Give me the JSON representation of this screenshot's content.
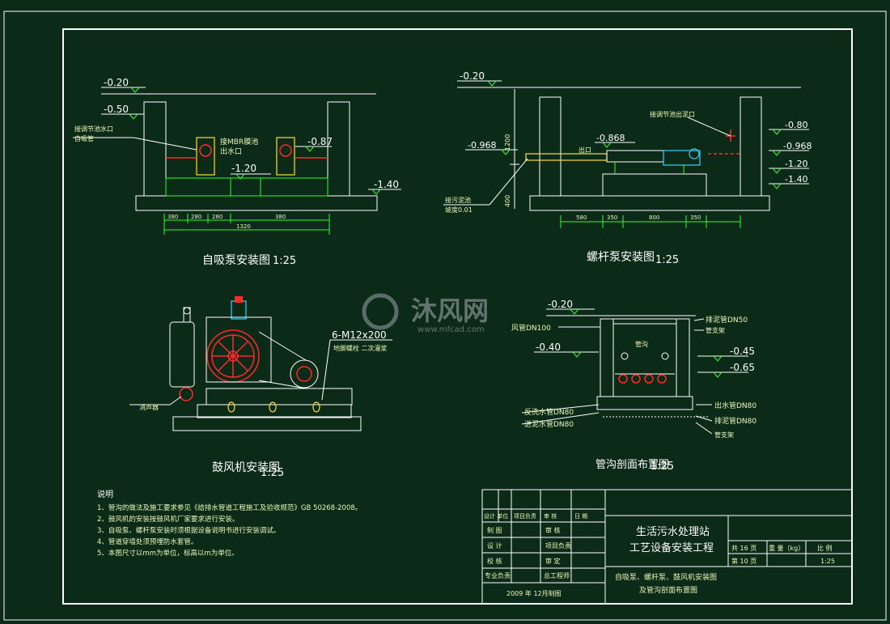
{
  "drawing": {
    "views": {
      "self_priming_pump": {
        "title": "自吸泵安装图",
        "scale": "1:25",
        "elevations": [
          "-0.20",
          "-0.50",
          "-0.87",
          "-1.20",
          "-1.40"
        ],
        "labels": [
          "接MBR膜池",
          "出水口",
          "接调节池水口",
          "自吸管"
        ],
        "dimensions": [
          "380",
          "280",
          "280",
          "380",
          "1320"
        ]
      },
      "screw_pump": {
        "title": "螺杆泵安装图",
        "scale": "1:25",
        "elevations": [
          "-0.20",
          "-0.868",
          "-0.968",
          "-0.80",
          "-0.968",
          "-1.20",
          "-1.40"
        ],
        "labels": [
          "接调节池出泥口",
          "出口",
          "接污泥池",
          "坡度0.01"
        ],
        "dimensions": [
          "1200",
          "400",
          "580",
          "350",
          "800",
          "350"
        ]
      },
      "blower": {
        "title": "鼓风机安装图",
        "scale": "1:25",
        "labels": [
          "6-M12x200",
          "地脚螺栓 二次灌浆",
          "消声器"
        ]
      },
      "pipe_trench": {
        "title": "管沟剖面布置图",
        "scale": "1:25",
        "elevations": [
          "-0.20",
          "-0.40",
          "-0.45",
          "-0.65"
        ],
        "labels": [
          "风管DN100",
          "排泥管DN50",
          "管支架",
          "管沟",
          "反洗水管DN80",
          "进泥水管DN80",
          "出水管DN80",
          "排泥管DN80",
          "管支架"
        ]
      }
    },
    "watermark": {
      "brand": "沐风网",
      "url": "www.mfcad.com"
    },
    "notes": {
      "heading": "说明",
      "items": [
        "1、管沟的做法及施工要求参见《给排水管道工程施工及验收规范》GB 50268-2008。",
        "2、鼓风机的安装按鼓风机厂家要求进行安装。",
        "3、自吸泵、螺杆泵安装时须根据设备说明书进行安装调试。",
        "4、管道穿墙处须预埋防水套管。",
        "5、本图尺寸以mm为单位，标高以m为单位。"
      ]
    },
    "title_block": {
      "header_cells": [
        "设计 单位",
        "项目负责",
        "审 核",
        "日 期"
      ],
      "rows": [
        {
          "l": "制 图",
          "r": "审 核"
        },
        {
          "l": "设 计",
          "r": "项目负责"
        },
        {
          "l": "校 核",
          "r": "审 定"
        },
        {
          "l": "专业负责",
          "r": "总工程师"
        }
      ],
      "date": "2009 年 12月制图",
      "project_line1": "生活污水处理站",
      "project_line2": "工艺设备安装工程",
      "drawing_line1": "自吸泵、螺杆泵、鼓风机安装图",
      "drawing_line2": "及管沟剖面布置图",
      "sheet_total": "共 16 页",
      "sheet_no": "第 10 页",
      "weight_label": "重 量（kg）",
      "scale_label": "比 例",
      "scale_value": "1:25"
    }
  },
  "colors": {
    "background": "#0b2a18",
    "lines": "#ffffff",
    "green": "#33ff33",
    "red": "#ff2a2a",
    "yellow": "#ffe033"
  }
}
